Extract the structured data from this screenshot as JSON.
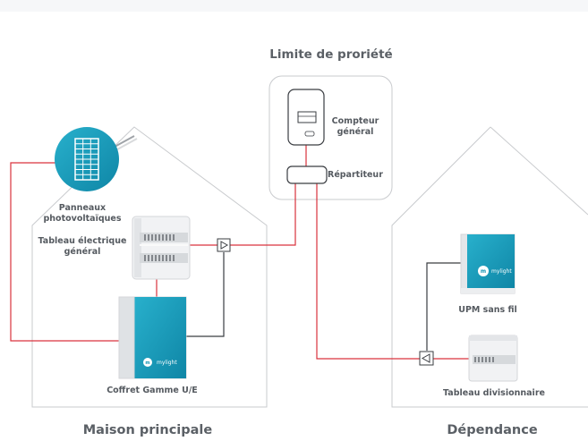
{
  "title": "Limite de proriété",
  "labels": {
    "compteur": "Compteur général",
    "repartiteur": "Répartiteur",
    "panneaux": "Panneaux photovoltaïques",
    "tableau_general": "Tableau électrique général",
    "coffret": "Coffret Gamme U/E",
    "upm": "UPM sans fil",
    "tableau_div": "Tableau divisionnaire",
    "maison": "Maison principale",
    "dependance": "Dépendance"
  },
  "brand": "mylight",
  "colors": {
    "wire_red": "#d9333d",
    "wire_dark": "#3a3d42",
    "outline": "#c9cbce",
    "teal": "#1495b4",
    "box_face": "#edeff1",
    "top_band": "#f6f7f9"
  }
}
